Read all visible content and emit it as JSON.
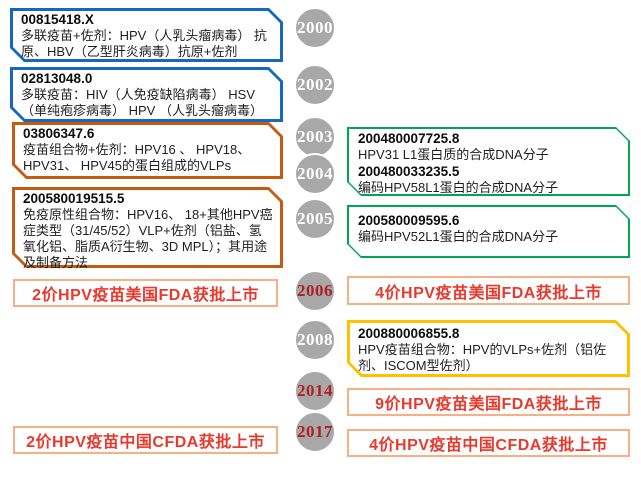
{
  "palette": {
    "blue": "#1667C0",
    "orange": "#C55A11",
    "green": "#00A651",
    "yellow": "#FFC000",
    "peach": "#F5B183",
    "red_text": "#E8392D",
    "circle_gray": "#A8A8A8",
    "year_red": "#AD1F23"
  },
  "left_column": {
    "patents": [
      {
        "number": "00815418.X",
        "desc": "多联疫苗+佐剂：HPV（人乳头瘤病毒） 抗原、HBV（乙型肝炎病毒）抗原+佐剂"
      },
      {
        "number": "02813048.0",
        "desc": "多联疫苗：HIV（人免疫缺陷病毒） HSV（单纯疱疹病毒） HPV （人乳头瘤病毒）"
      },
      {
        "number": "03806347.6",
        "desc": "疫苗组合物+佐剂：HPV16 、 HPV18、HPV31、 HPV45的蛋白组成的VLPs"
      },
      {
        "number": "200580019515.5",
        "desc": "免疫原性组合物：HPV16、 18+其他HPV癌症类型（31/45/52）VLP+佐剂（铝盐、氢氧化铝、脂质A衍生物、3D MPL）；其用途及制备方法"
      }
    ],
    "milestones": [
      {
        "text": "2价HPV疫苗美国FDA获批上市"
      },
      {
        "text": "2价HPV疫苗中国CFDA获批上市"
      }
    ]
  },
  "timeline": {
    "years": [
      {
        "label": "2000",
        "text_color": "white"
      },
      {
        "label": "2002",
        "text_color": "white"
      },
      {
        "label": "2003",
        "text_color": "white"
      },
      {
        "label": "2004",
        "text_color": "white"
      },
      {
        "label": "2005",
        "text_color": "white"
      },
      {
        "label": "2006",
        "text_color": "red"
      },
      {
        "label": "2008",
        "text_color": "white"
      },
      {
        "label": "2014",
        "text_color": "red"
      },
      {
        "label": "2017",
        "text_color": "red"
      }
    ]
  },
  "right_column": {
    "patent_groups": [
      {
        "entries": [
          {
            "number": "200480007725.8",
            "desc": "HPV31 L1蛋白质的合成DNA分子"
          },
          {
            "number": "200480033235.5",
            "desc": "编码HPV58L1蛋白的合成DNA分子"
          }
        ]
      },
      {
        "entries": [
          {
            "number": "200580009595.6",
            "desc": "编码HPV52L1蛋白的合成DNA分子"
          }
        ]
      },
      {
        "entries": [
          {
            "number": "200880006855.8",
            "desc": "HPV疫苗组合物：HPV的VLPs+佐剂（铝佐剂、ISCOM型佐剂）"
          }
        ]
      }
    ],
    "milestones": [
      {
        "text": "4价HPV疫苗美国FDA获批上市"
      },
      {
        "text": "9价HPV疫苗美国FDA获批上市"
      },
      {
        "text": "4价HPV疫苗中国CFDA获批上市"
      }
    ]
  }
}
